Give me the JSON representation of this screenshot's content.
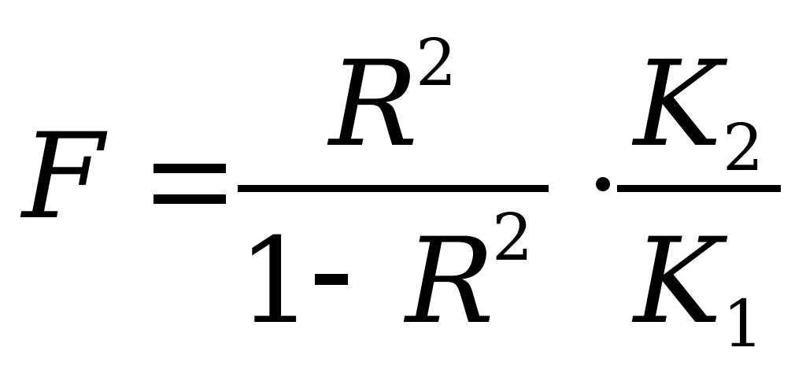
{
  "formula": {
    "lhs": "F",
    "frac1": {
      "num_base": "R",
      "num_exp": "2",
      "den_one": "1",
      "den_base": "R",
      "den_exp": "2"
    },
    "frac2": {
      "num_base": "K",
      "num_sub": "2",
      "den_base": "K",
      "den_sub": "1"
    }
  }
}
